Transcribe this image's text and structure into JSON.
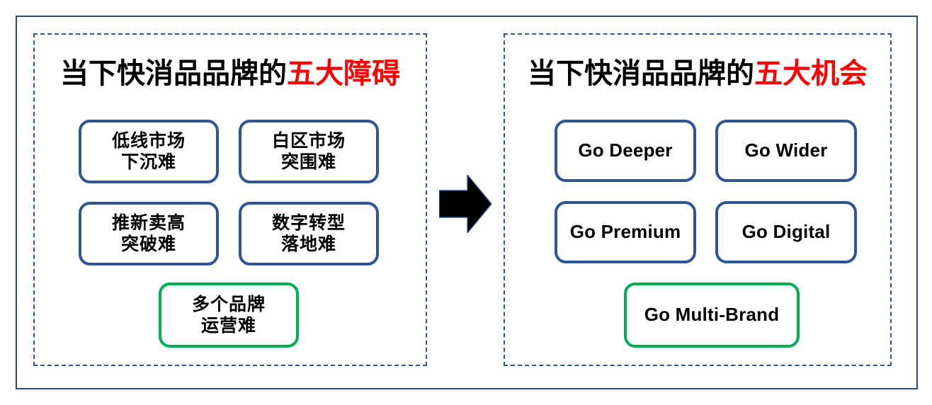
{
  "figure": {
    "background_color": "#ffffff",
    "frame_color": "#2b4a78",
    "panel_border_color": "#2f5597",
    "box_border_color": "#2f5597",
    "highlight_box_border_color": "#00b050",
    "accent_text_color": "#ff0000"
  },
  "left_panel": {
    "title_prefix": "当下快消品品牌的",
    "title_accent": "五大障碍",
    "items": [
      {
        "line1": "低线市场",
        "line2": "下沉难",
        "style": "blue"
      },
      {
        "line1": "白区市场",
        "line2": "突围难",
        "style": "blue"
      },
      {
        "line1": "推新卖高",
        "line2": "突破难",
        "style": "blue"
      },
      {
        "line1": "数字转型",
        "line2": "落地难",
        "style": "blue"
      },
      {
        "line1": "多个品牌",
        "line2": "运营难",
        "style": "green"
      }
    ]
  },
  "connector": {
    "icon": "right-arrow-icon",
    "color": "#000000"
  },
  "right_panel": {
    "title_prefix": "当下快消品品牌的",
    "title_accent": "五大机会",
    "items": [
      {
        "label": "Go Deeper",
        "style": "blue"
      },
      {
        "label": "Go Wider",
        "style": "blue"
      },
      {
        "label": "Go Premium",
        "style": "blue"
      },
      {
        "label": "Go Digital",
        "style": "blue"
      },
      {
        "label": "Go Multi-Brand",
        "style": "green"
      }
    ]
  }
}
